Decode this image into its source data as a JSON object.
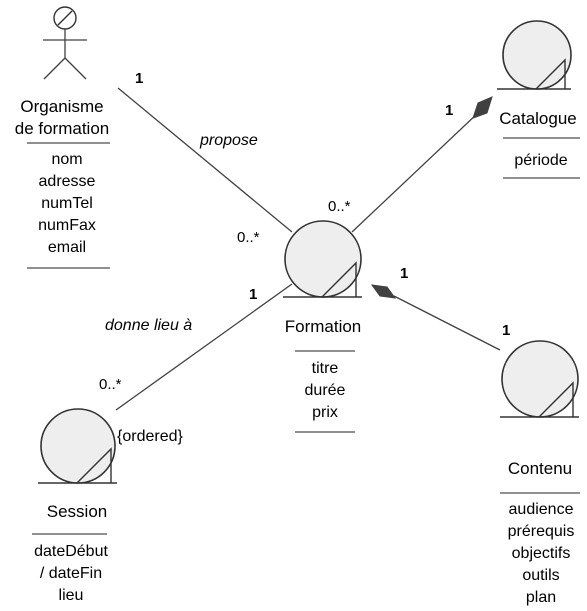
{
  "classes": {
    "organisme": {
      "name_lines": [
        "Organisme",
        "de formation"
      ],
      "attributes": [
        "nom",
        "adresse",
        "numTel",
        "numFax",
        "email"
      ],
      "stereotype": "actor"
    },
    "catalogue": {
      "name": "Catalogue",
      "attributes": [
        "période"
      ],
      "stereotype": "entity"
    },
    "formation": {
      "name": "Formation",
      "attributes": [
        "titre",
        "durée",
        "prix"
      ],
      "stereotype": "entity"
    },
    "session": {
      "name": "Session",
      "attributes": [
        "dateDébut",
        "/ dateFin",
        "lieu"
      ],
      "stereotype": "entity"
    },
    "contenu": {
      "name": "Contenu",
      "attributes": [
        "audience",
        "prérequis",
        "objectifs",
        "outils",
        "plan"
      ],
      "stereotype": "entity"
    }
  },
  "associations": {
    "propose": {
      "label": "propose",
      "mult_organisme": "1",
      "mult_formation": "0..*"
    },
    "catalogue_formation": {
      "kind": "aggregation",
      "mult_catalogue": "1",
      "mult_formation": "0..*"
    },
    "donne_lieu": {
      "label": "donne lieu à",
      "mult_formation": "1",
      "mult_session": "0..*",
      "constraint": "{ordered}"
    },
    "formation_contenu": {
      "kind": "aggregation",
      "mult_formation": "1",
      "mult_contenu": "1"
    }
  }
}
